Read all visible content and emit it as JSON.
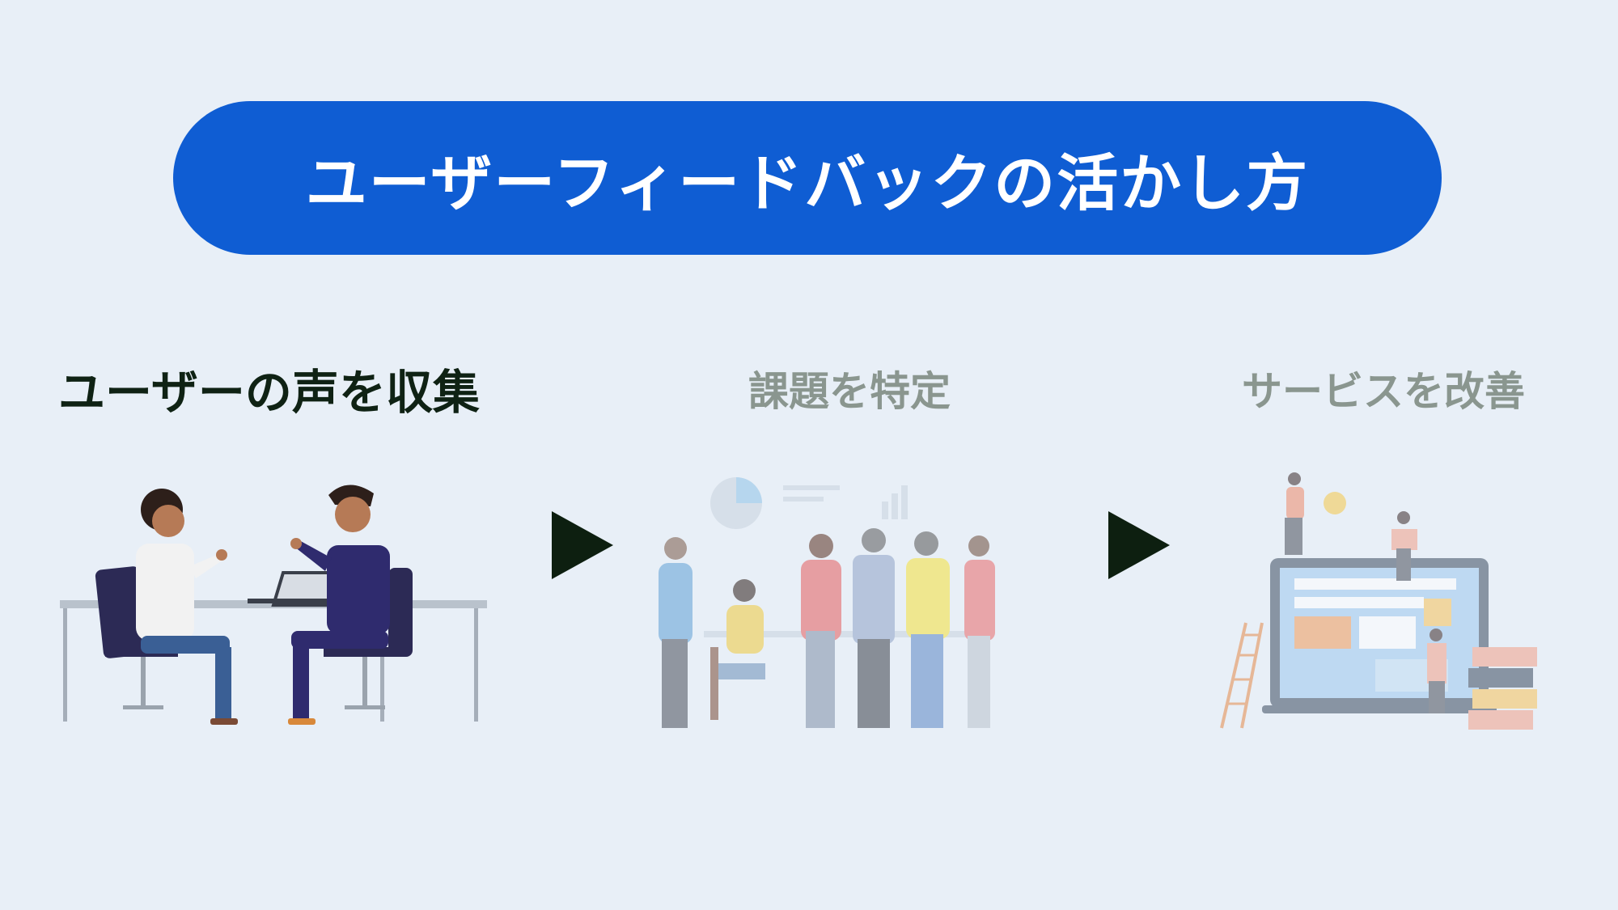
{
  "title": "ユーザーフィードバックの活かし方",
  "steps": [
    {
      "label": "ユーザーの声を収集",
      "active": true
    },
    {
      "label": "課題を特定",
      "active": false
    },
    {
      "label": "サービスを改善",
      "active": false
    }
  ],
  "colors": {
    "background": "#e8eff7",
    "banner": "#0f5dd3",
    "active_label": "#0f2214",
    "inactive_label": "#8a968f",
    "arrow": "#0d1f10"
  },
  "icons": [
    "meeting-illustration",
    "team-discussion-illustration",
    "service-improvement-illustration",
    "play-arrow-icon"
  ]
}
